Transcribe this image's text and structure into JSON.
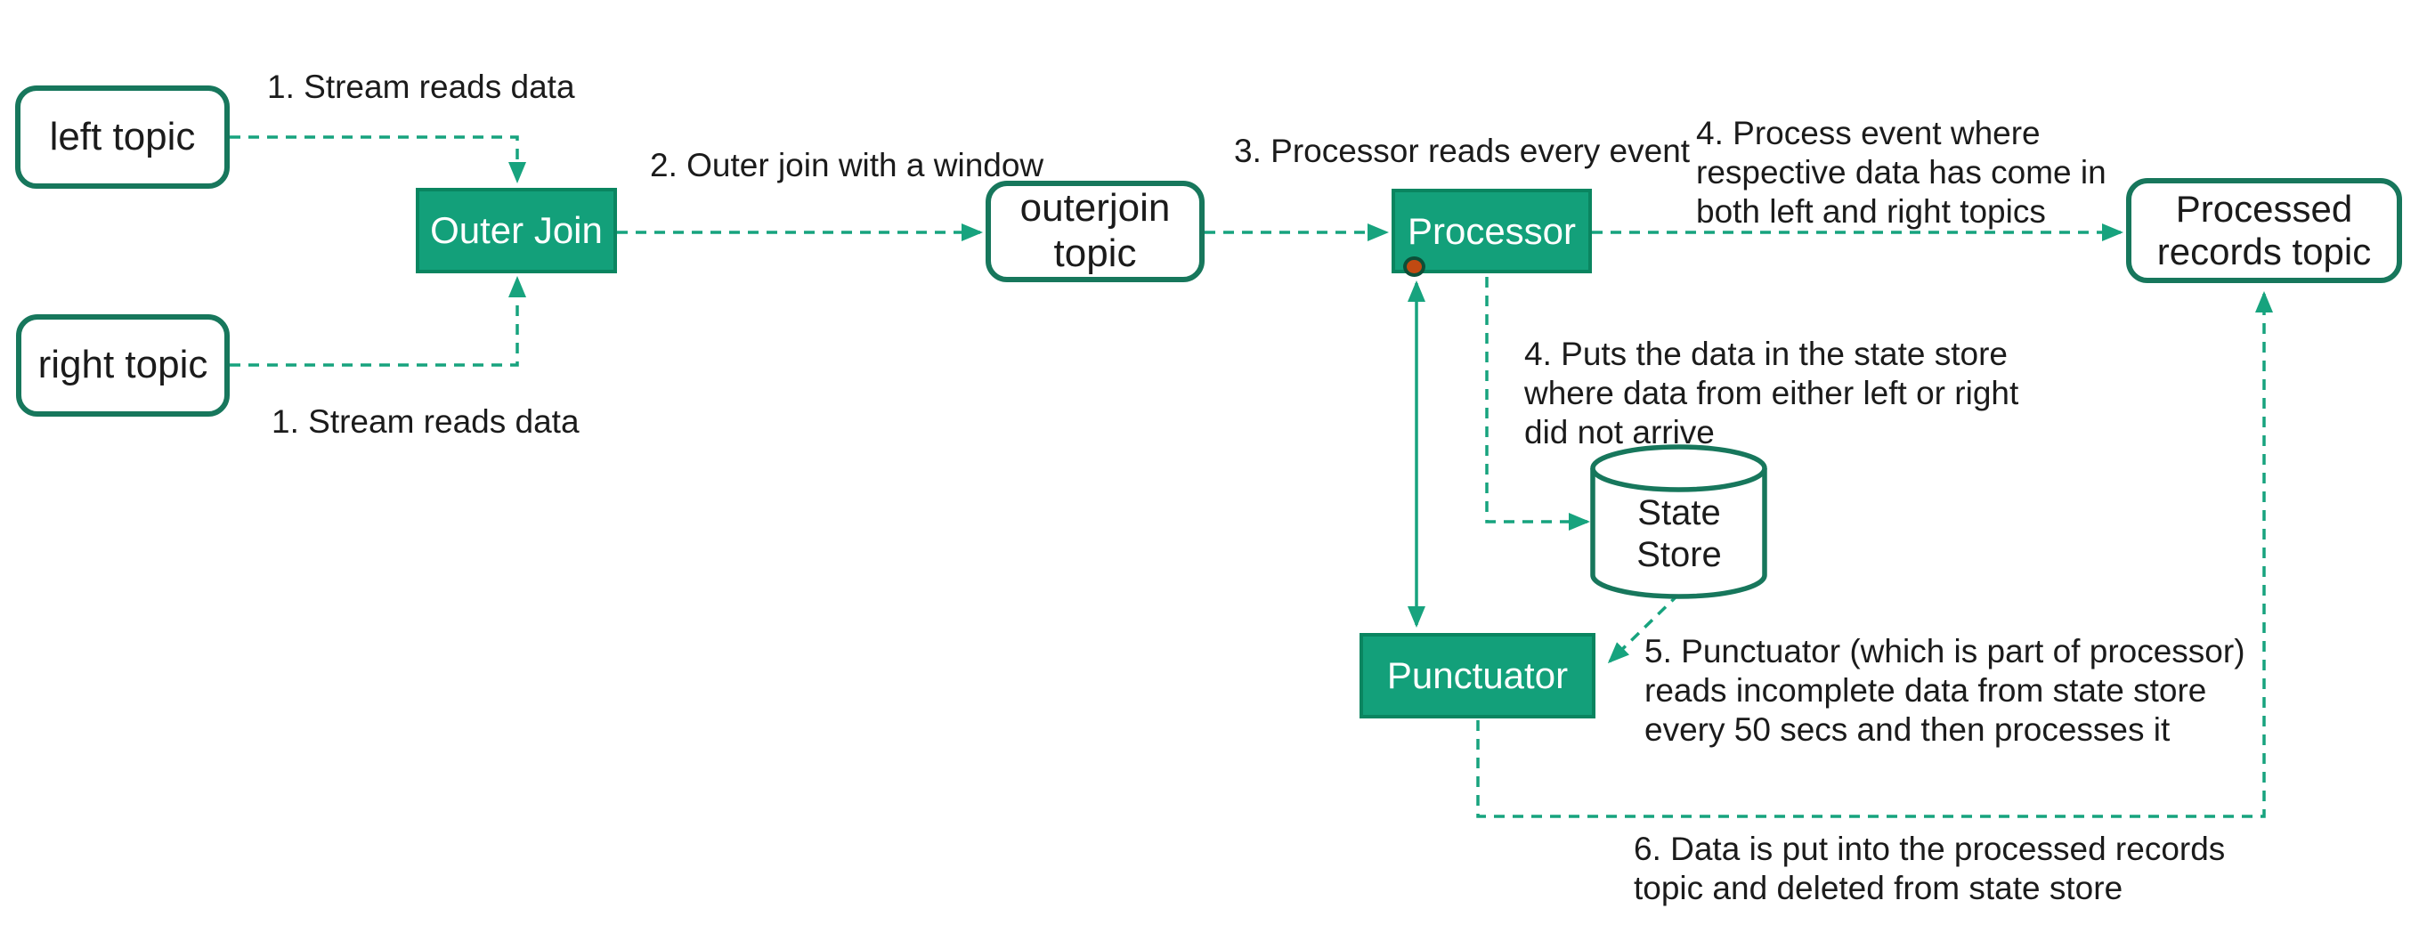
{
  "colors": {
    "solid_box_fill": "#13A07A",
    "solid_box_border": "#0A8560",
    "outline_box_border": "#17775C",
    "arrow_green": "#17A37E",
    "text_dark": "#1B1B1B",
    "state_dot_fill": "#C14A12",
    "state_dot_ring": "#0C4F38",
    "background": "#FFFFFF"
  },
  "nodes": {
    "left_topic": "left topic",
    "right_topic": "right topic",
    "outer_join": "Outer Join",
    "outerjoin_topic": "outerjoin topic",
    "processor": "Processor",
    "processed_records_topic": "Processed records topic",
    "state_store": "State Store",
    "punctuator": "Punctuator"
  },
  "annotations": {
    "stream_reads_top": "1. Stream reads data",
    "stream_reads_bottom": "1. Stream reads data",
    "outer_join_window": "2. Outer join with a window",
    "processor_reads": "3. Processor reads every event",
    "process_event": [
      "4. Process event where",
      "respective data has come in",
      "both left and right topics"
    ],
    "puts_data": [
      "4. Puts the data in the state store",
      "where data from either left or right",
      "did not arrive"
    ],
    "punctuator_reads": [
      "5. Punctuator (which is part of processor)",
      "reads incomplete data from state store",
      "every 50 secs and then processes it"
    ],
    "data_put": [
      "6. Data is put into the processed records",
      "topic and deleted from state store"
    ]
  }
}
